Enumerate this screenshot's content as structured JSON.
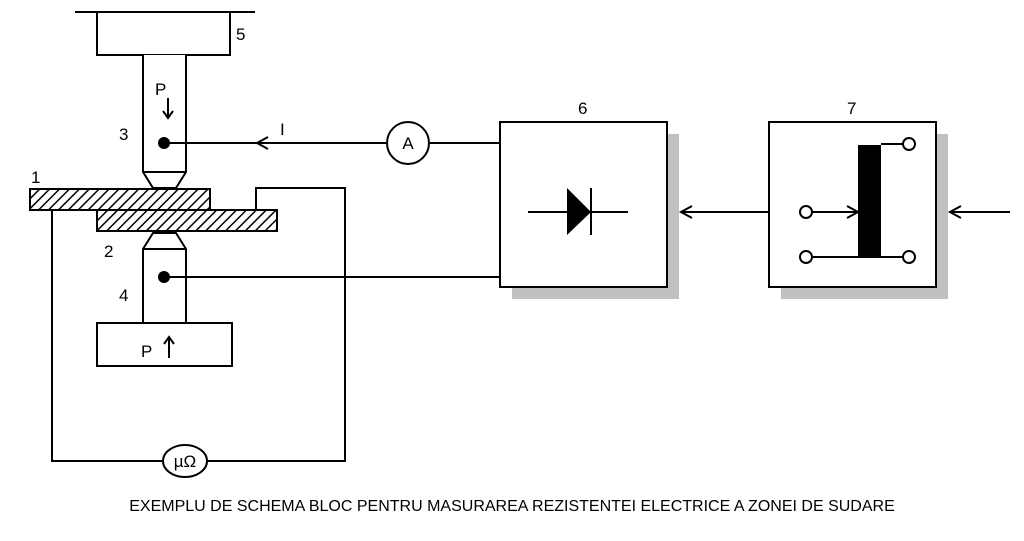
{
  "labels": {
    "n1": "1",
    "n2": "2",
    "n3": "3",
    "n4": "4",
    "n5": "5",
    "n6": "6",
    "n7": "7",
    "p_top": "P",
    "p_bottom": "P",
    "current": "I",
    "ammeter": "A",
    "microohmmeter": "µΩ"
  },
  "caption": "EXEMPLU DE SCHEMA BLOC PENTRU MASURAREA REZISTENTEI ELECTRICE A ZONEI DE SUDARE",
  "colors": {
    "line": "#000000",
    "shadow": "#c0c0c0",
    "background": "#ffffff"
  }
}
